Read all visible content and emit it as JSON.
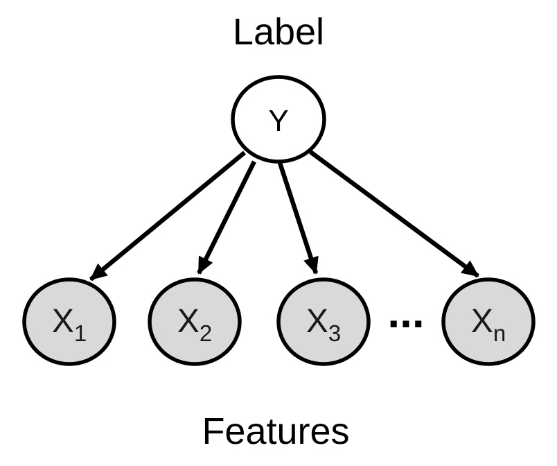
{
  "diagram": {
    "type": "graphical-model",
    "top_caption": "Label",
    "bottom_caption": "Features",
    "root_node": {
      "id": "Y",
      "label": "Y"
    },
    "feature_nodes": [
      {
        "id": "X1",
        "main": "X",
        "sub": "1"
      },
      {
        "id": "X2",
        "main": "X",
        "sub": "2"
      },
      {
        "id": "X3",
        "main": "X",
        "sub": "3"
      },
      {
        "id": "Xn",
        "main": "X",
        "sub": "n"
      }
    ],
    "ellipsis": "...",
    "edges": [
      {
        "from": "Y",
        "to": "X1"
      },
      {
        "from": "Y",
        "to": "X2"
      },
      {
        "from": "Y",
        "to": "X3"
      },
      {
        "from": "Y",
        "to": "Xn"
      }
    ],
    "colors": {
      "background": "#ffffff",
      "root_fill": "#ffffff",
      "feature_fill": "#d9d9d9",
      "stroke": "#000000"
    }
  }
}
